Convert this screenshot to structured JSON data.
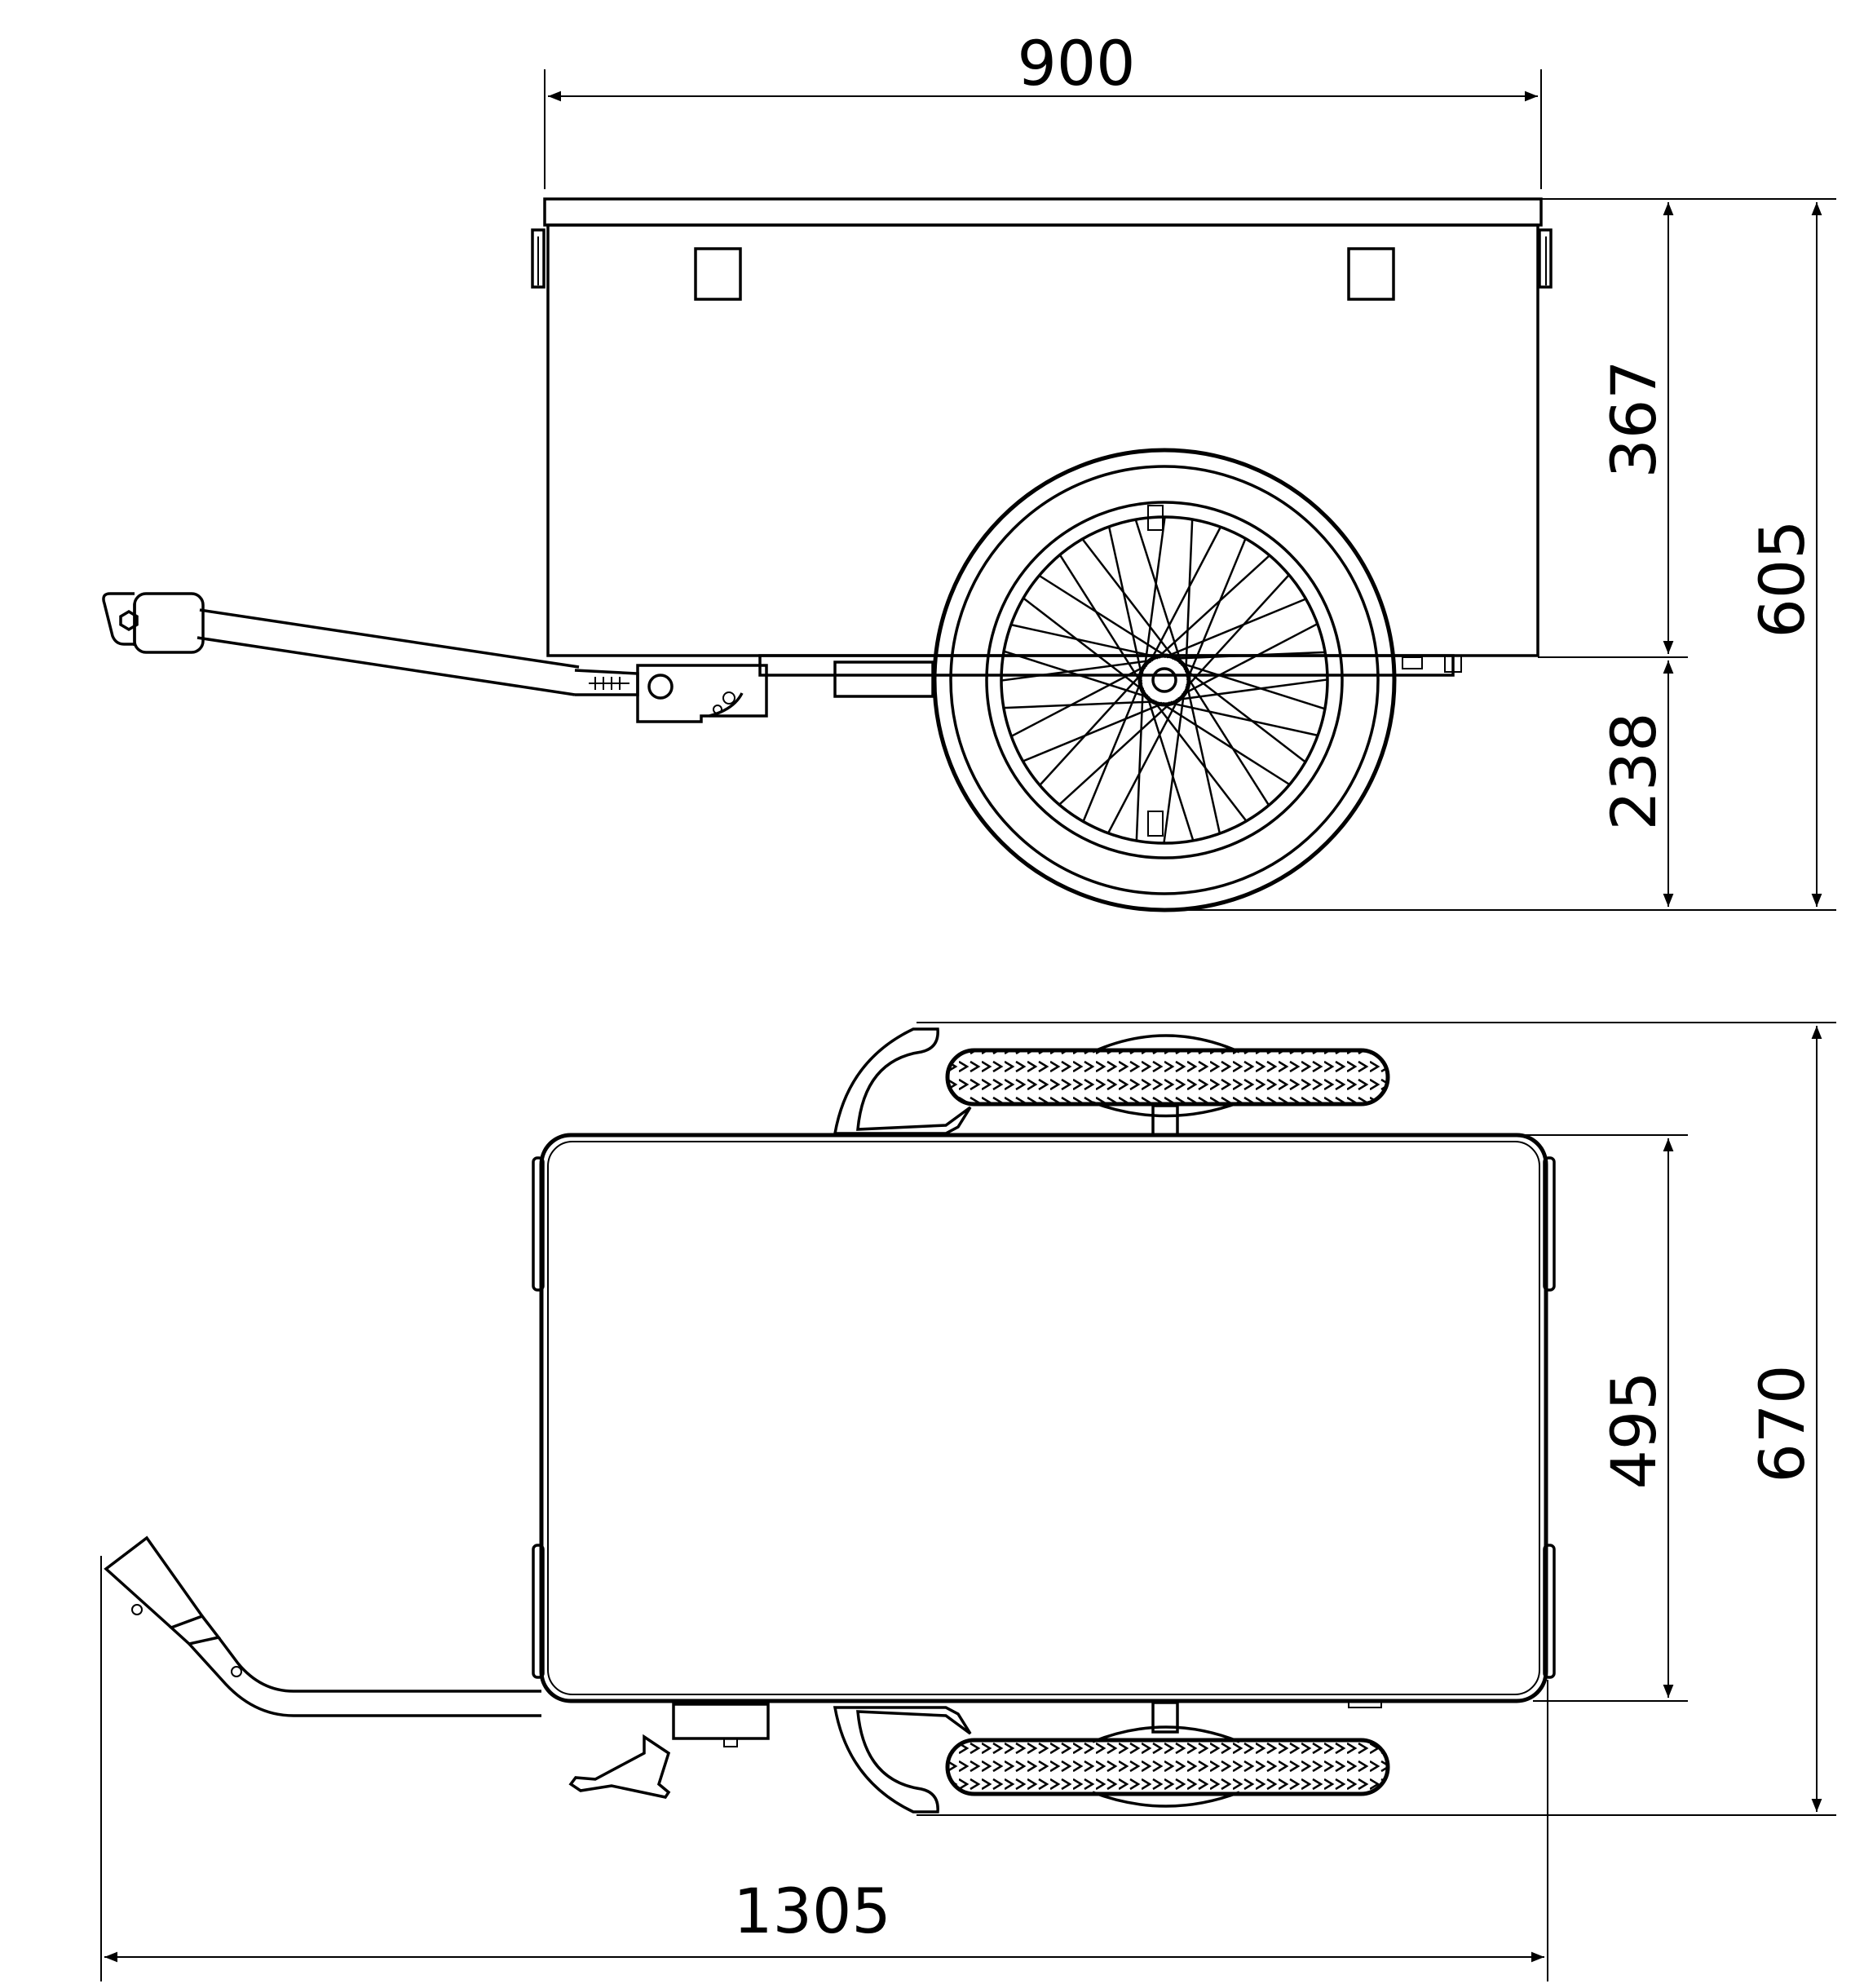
{
  "dimensions": {
    "side_box_length": "900",
    "side_box_height": "367",
    "side_ground_clearance": "238",
    "side_total_height": "605",
    "top_box_width": "495",
    "top_total_width": "670",
    "top_total_length": "1305"
  },
  "icons": {
    "wheel": "bicycle-wheel-icon",
    "tire": "tire-tread-icon",
    "drawbar": "tow-bar-icon",
    "coupling": "hitch-coupling-icon"
  }
}
